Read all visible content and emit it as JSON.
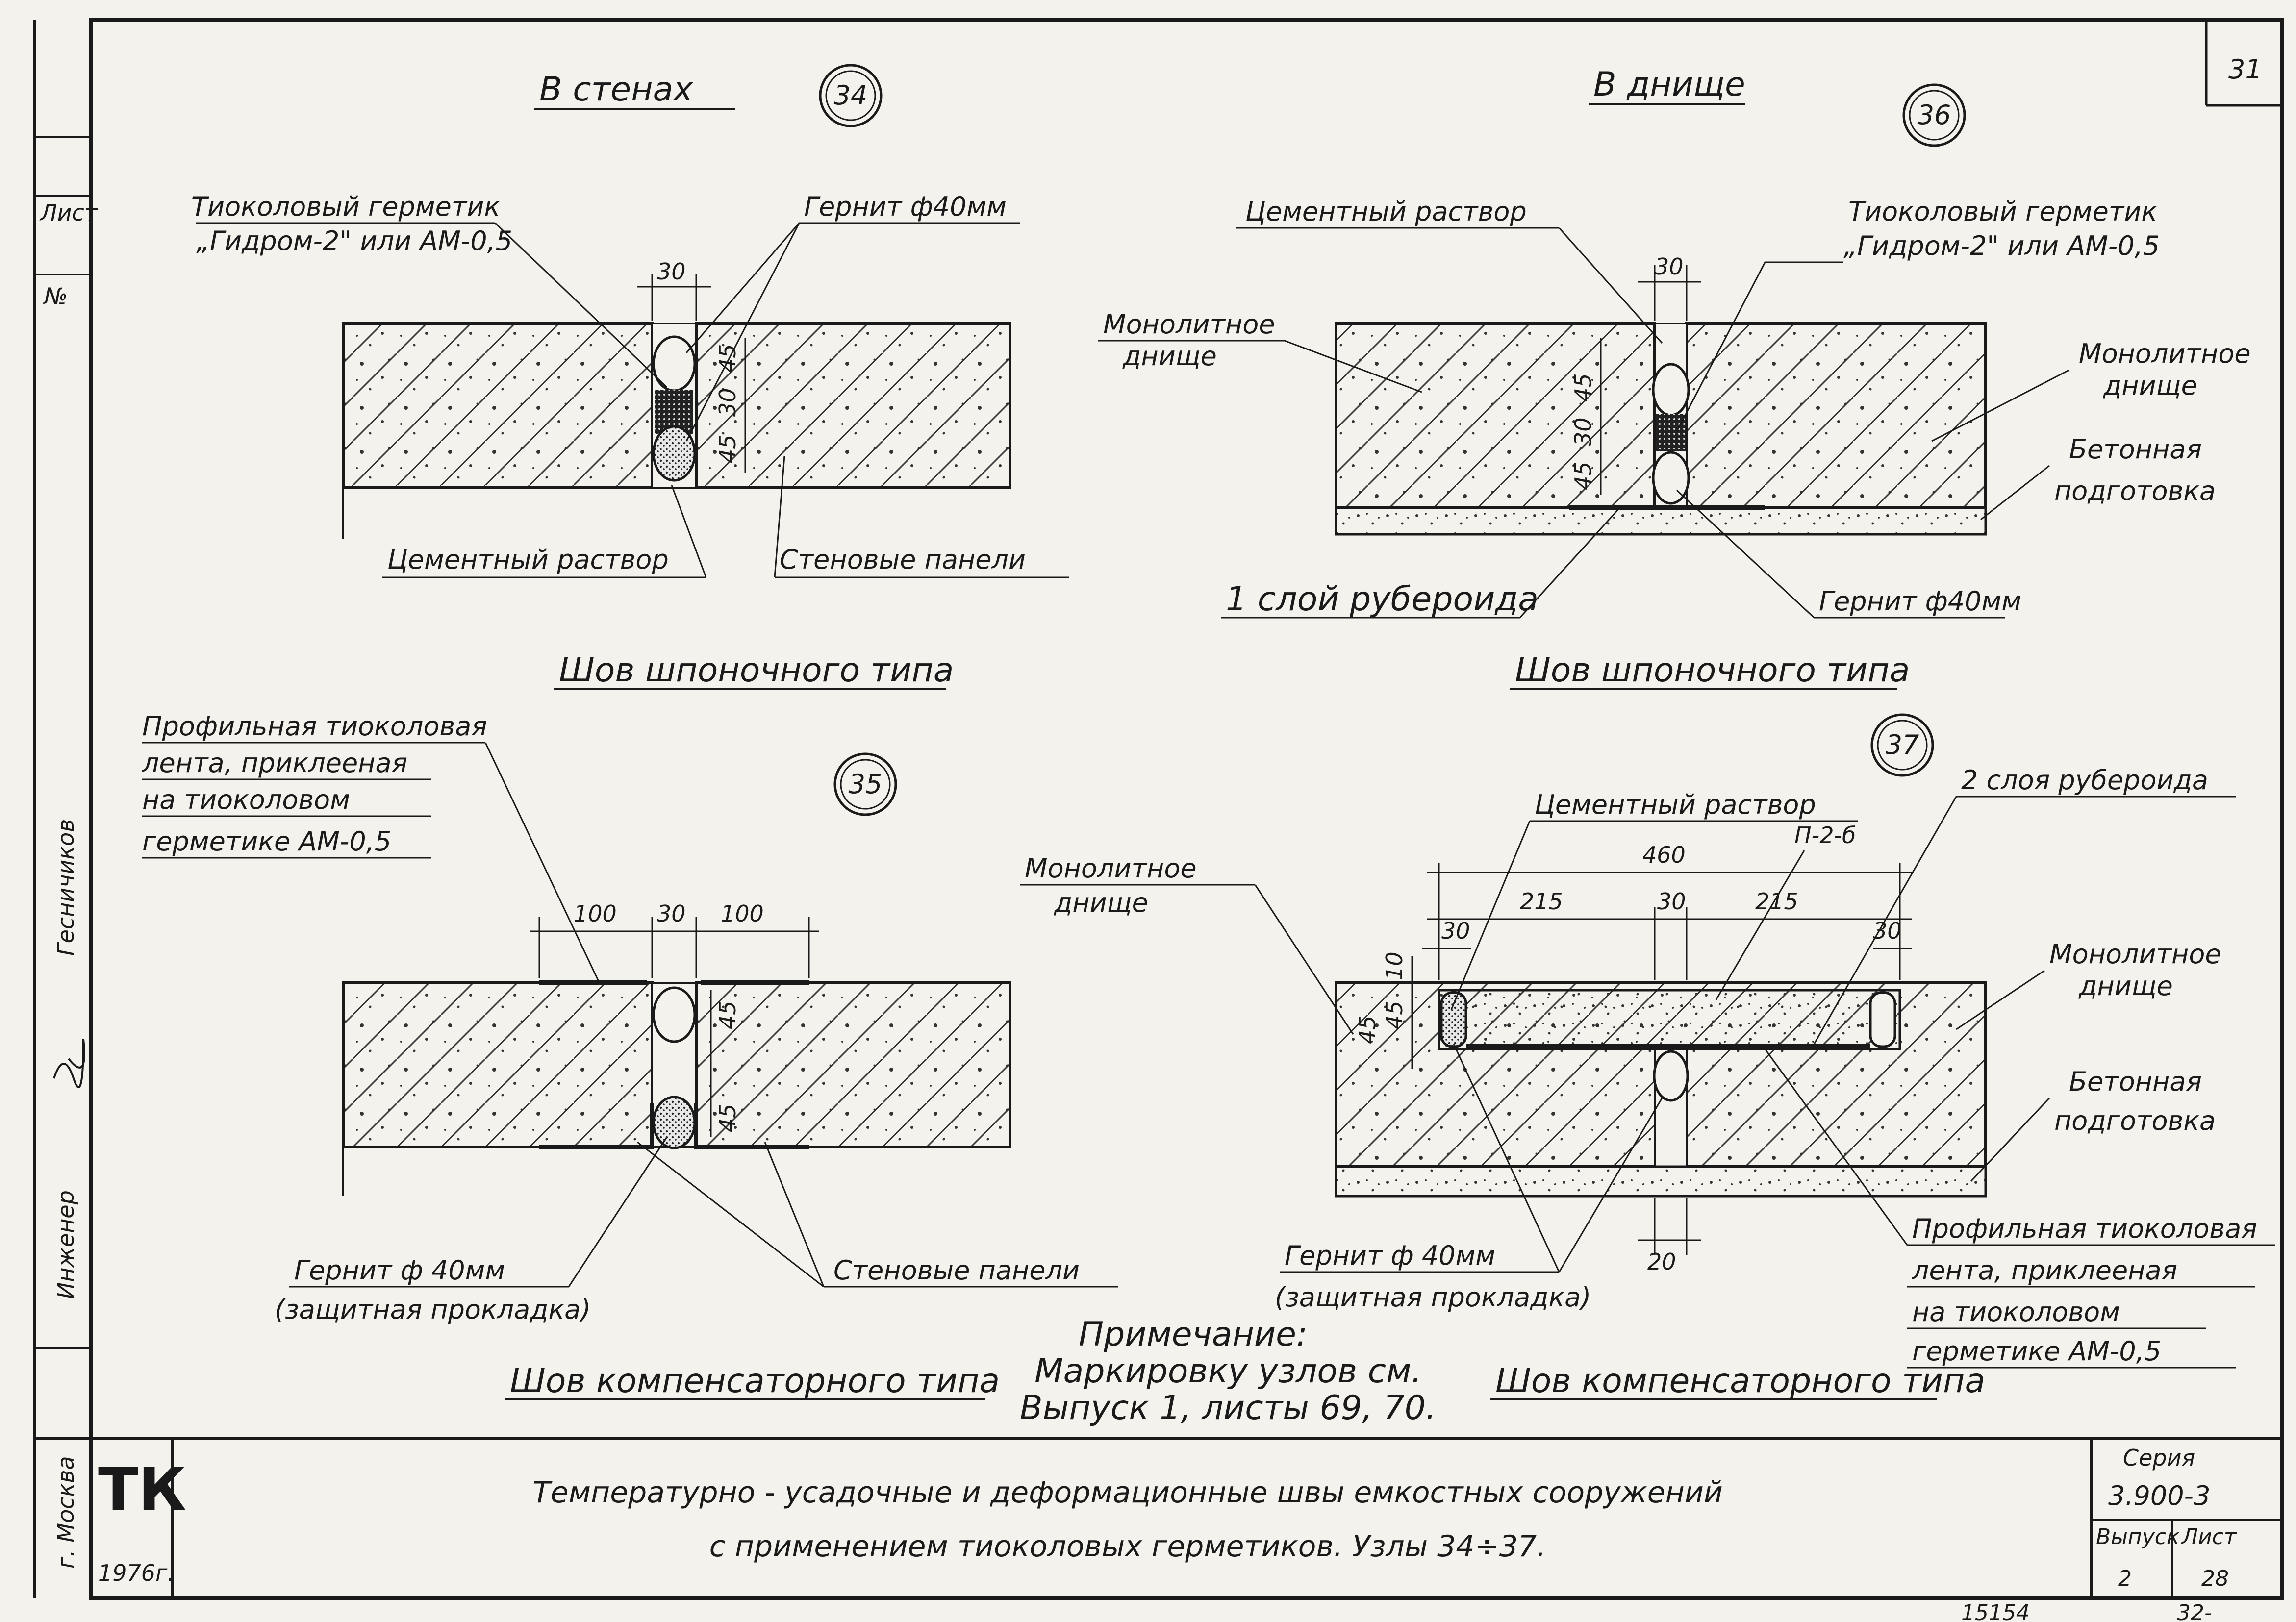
{
  "sheet": {
    "page_no": "31",
    "stamp_no": "15154",
    "stamp_suffix": "32-",
    "side_labels": [
      "Лист",
      "№",
      "Инженер",
      "Гесничиков",
      "г. Москва"
    ],
    "title_line1": "Температурно - усадочные и деформационные швы емкостных сооружений",
    "title_line2": "с применением тиоколовых герметиков. Узлы 34÷37.",
    "logo": "ТК",
    "year": "1976г.",
    "series_label": "Серия",
    "series_value": "3.900-3",
    "issue_label": "Выпуск",
    "issue_value": "2",
    "list_label": "Лист",
    "list_value": "28"
  },
  "note": {
    "heading": "Примечание:",
    "line1": "Маркировку узлов см.",
    "line2": "Выпуск 1, листы 69, 70."
  },
  "node34": {
    "number": "34",
    "heading": "В стенах",
    "caption": "Шов шпоночного типа",
    "labels": {
      "sealant_1": "Тиоколовый герметик",
      "sealant_2": "„Гидром-2\" или АМ-0,5",
      "gernit": "Гернит ф40мм",
      "mortar": "Цементный раствор",
      "panels": "Стеновые панели"
    },
    "dims": {
      "gap": "30",
      "a": "45",
      "b": "30",
      "c": "45"
    }
  },
  "node35": {
    "number": "35",
    "caption": "Шов компенсаторного типа",
    "labels": {
      "tape_1": "Профильная тиоколовая",
      "tape_2": "лента, приклееная",
      "tape_3": "на тиоколовом",
      "tape_4": "герметике АМ-0,5",
      "gernit_1": "Гернит ф 40мм",
      "gernit_2": "(защитная прокладка)",
      "panels": "Стеновые панели"
    },
    "dims": {
      "left": "100",
      "gap": "30",
      "right": "100",
      "a": "45",
      "b": "45"
    }
  },
  "node36": {
    "number": "36",
    "heading": "В днище",
    "caption": "Шов шпоночного типа",
    "labels": {
      "mortar": "Цементный раствор",
      "sealant_1": "Тиоколовый герметик",
      "sealant_2": "„Гидром-2\" или АМ-0,5",
      "mono_left_1": "Монолитное",
      "mono_left_2": "днище",
      "mono_right_1": "Монолитное",
      "mono_right_2": "днище",
      "prep_1": "Бетонная",
      "prep_2": "подготовка",
      "ruberoid": "1 слой рубероида",
      "gernit": "Гернит ф40мм"
    },
    "dims": {
      "gap": "30",
      "a": "45",
      "b": "30",
      "c": "45"
    }
  },
  "node37": {
    "number": "37",
    "caption": "Шов компенсаторного типа",
    "labels": {
      "mortar": "Цементный раствор",
      "mark": "П-2-б",
      "ruberoid": "2 слоя рубероида",
      "mono_left_1": "Монолитное",
      "mono_left_2": "днище",
      "mono_right_1": "Монолитное",
      "mono_right_2": "днище",
      "prep_1": "Бетонная",
      "prep_2": "подготовка",
      "tape_1": "Профильная тиоколовая",
      "tape_2": "лента, приклееная",
      "tape_3": "на тиоколовом",
      "tape_4": "герметике АМ-0,5",
      "gernit_1": "Гернит ф 40мм",
      "gernit_2": "(защитная прокладка)"
    },
    "dims": {
      "total": "460",
      "left": "215",
      "gap": "30",
      "right": "215",
      "side_l": "30",
      "side_r": "30",
      "v1": "10",
      "v2": "45",
      "v3": "45",
      "bottom": "20"
    }
  }
}
